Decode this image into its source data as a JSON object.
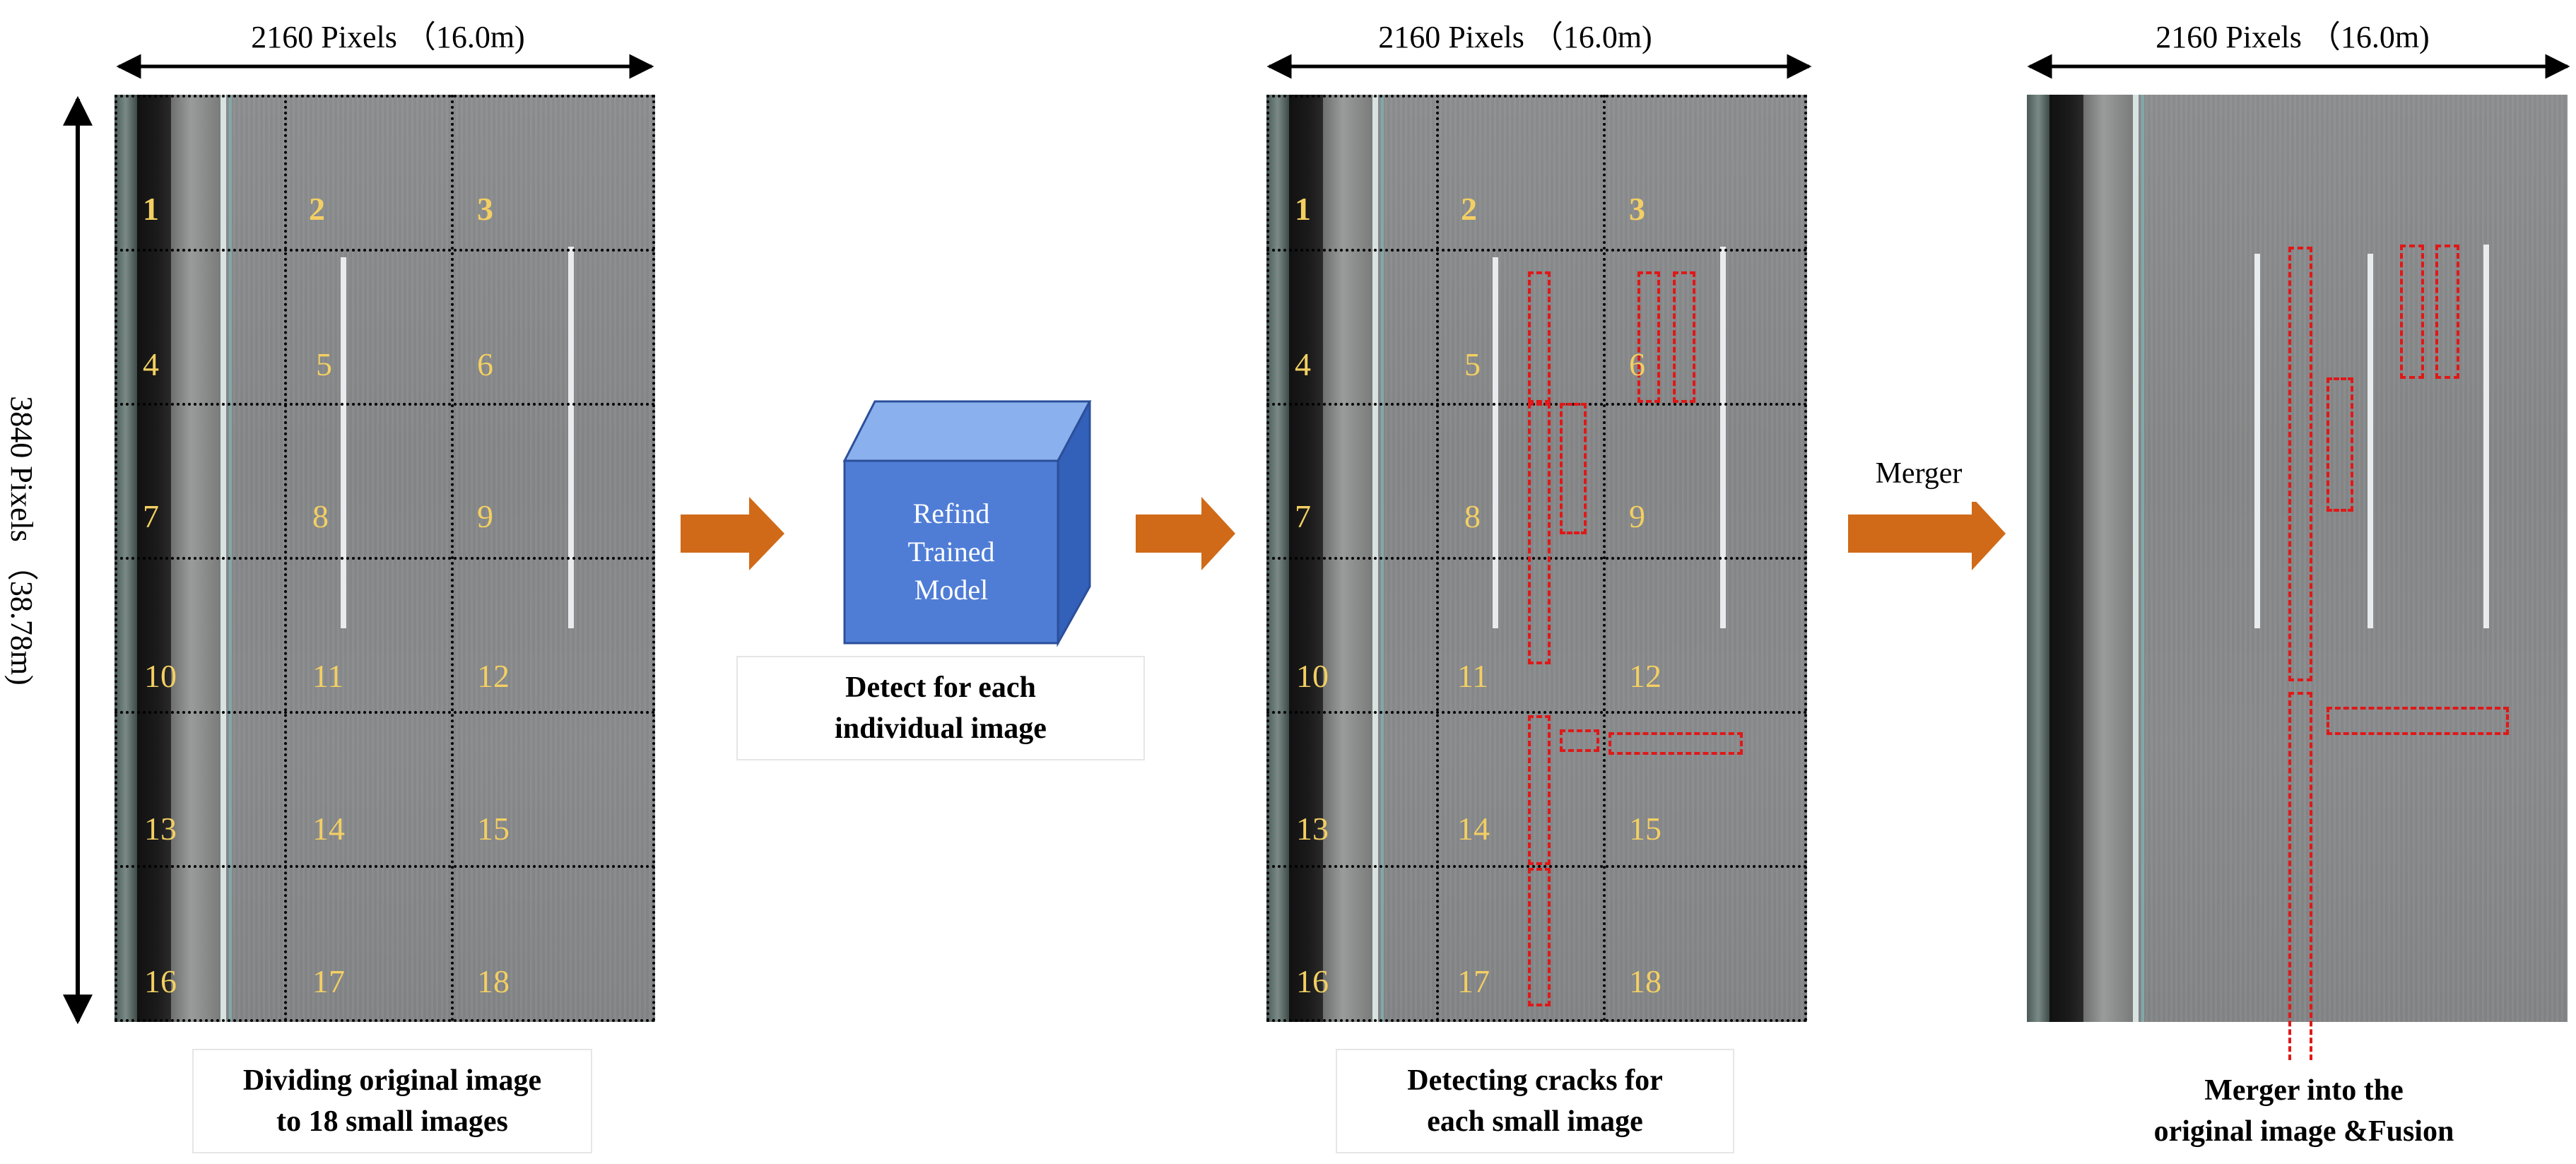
{
  "colors": {
    "arrow": "#d06a18",
    "cube_front": "#4f7dd6",
    "cube_top": "#8ab0ee",
    "cube_side": "#3360b8",
    "grid_number": "#f3cf63",
    "crack_box": "#e01818"
  },
  "dimensions": {
    "width_label": "2160 Pixels （16.0m)",
    "height_label": "3840 Pixels （38.78m)"
  },
  "model": {
    "line1": "Refind",
    "line2": "Trained",
    "line3": "Model"
  },
  "captions": {
    "detect_line1": "Detect for each",
    "detect_line2": "individual image",
    "divide_line1": "Dividing original image",
    "divide_line2": "to 18 small images",
    "cracks_line1": "Detecting cracks for",
    "cracks_line2": "each small image",
    "fusion_line1": "Merger into the",
    "fusion_line2": "original image &Fusion"
  },
  "merger_label": "Merger",
  "grid_numbers": [
    "1",
    "2",
    "3",
    "4",
    "5",
    "6",
    "7",
    "8",
    "9",
    "10",
    "11",
    "12",
    "13",
    "14",
    "15",
    "16",
    "17",
    "18"
  ]
}
